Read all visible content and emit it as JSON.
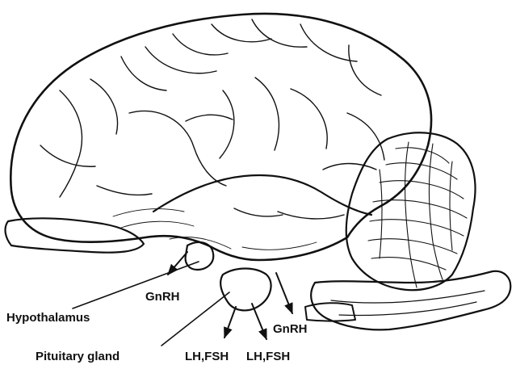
{
  "figure": {
    "labels": {
      "gnrh_left": "GnRH",
      "gnrh_right": "GnRH",
      "hypothalamus": "Hypothalamus",
      "pituitary_gland": "Pituitary gland",
      "lh_fsh_left": "LH,FSH",
      "lh_fsh_right": "LH,FSH"
    },
    "colors": {
      "ink": "#111111",
      "background": "#ffffff"
    }
  }
}
